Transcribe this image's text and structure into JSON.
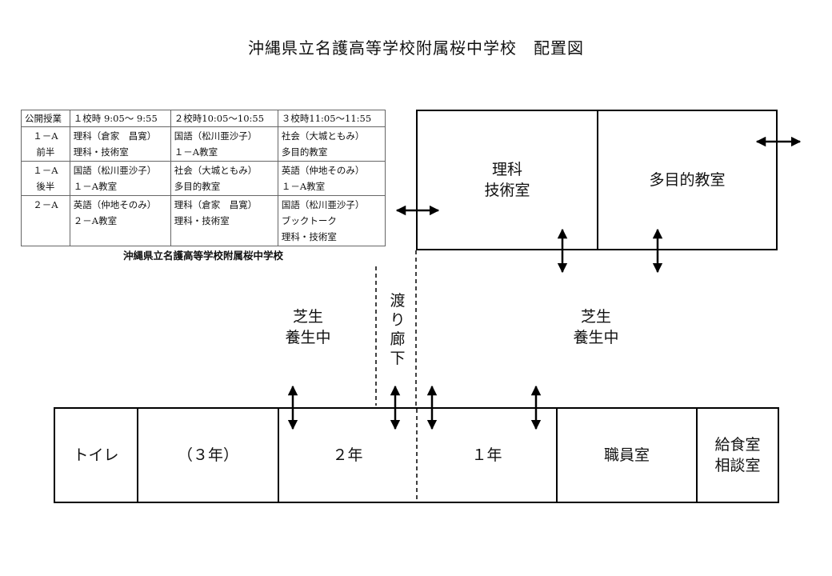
{
  "title": "沖縄県立名護高等学校附属桜中学校　配置図",
  "schedule": {
    "header": [
      "公開授業",
      "１校時 9:05～ 9:55",
      "２校時10:05～10:55",
      "３校時11:05～11:55"
    ],
    "groups": [
      {
        "label": [
          "１－A",
          "前半"
        ],
        "cells": [
          [
            "理科（倉家　昌寛）",
            "理科・技術室"
          ],
          [
            "国語（松川亜沙子）",
            "１－A教室"
          ],
          [
            "社会（大城ともみ）",
            "多目的教室"
          ]
        ]
      },
      {
        "label": [
          "１－A",
          "後半"
        ],
        "cells": [
          [
            "国語（松川亜沙子）",
            "１－A教室"
          ],
          [
            "社会（大城ともみ）",
            "多目的教室"
          ],
          [
            "英語（仲地そのみ）",
            "１－A教室"
          ]
        ]
      },
      {
        "label": [
          "２－A",
          ""
        ],
        "cells": [
          [
            "英語（仲地そのみ）",
            "２－A教室",
            ""
          ],
          [
            "理科（倉家　昌寛）",
            "理科・技術室",
            ""
          ],
          [
            "国語（松川亜沙子）",
            "ブックトーク",
            "理科・技術室"
          ]
        ]
      }
    ],
    "caption": "沖縄県立名護高等学校附属桜中学校"
  },
  "rooms": {
    "science": "理科\n技術室",
    "multipurpose": "多目的教室",
    "toilet": "トイレ",
    "grade3": "（３年）",
    "grade2": "２年",
    "grade1": "１年",
    "staff": "職員室",
    "lunch": "給食室\n相談室"
  },
  "lawn_left": "芝生\n養生中",
  "lawn_right": "芝生\n養生中",
  "corridor": "渡\nり\n廊\n下"
}
